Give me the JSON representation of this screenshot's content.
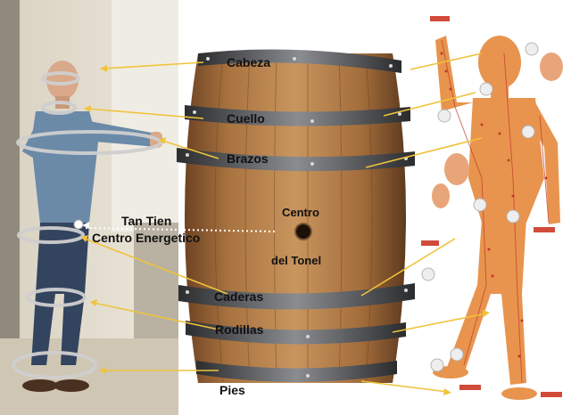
{
  "diagram": {
    "bands": {
      "head": "Cabeza",
      "neck": "Cuello",
      "arms": "Brazos",
      "hips": "Caderas",
      "knees": "Rodillas",
      "feet": "Pies"
    },
    "center": {
      "line1": "Tan Tien",
      "line2": "Centro Energetico",
      "barrel_line1": "Centro",
      "barrel_line2": "del Tonel"
    },
    "colors": {
      "arrow": "#f0c33a",
      "hoop": "#55575a",
      "wood": "#a8733f",
      "ring": "#cfcfcf",
      "body": "#e8944e"
    }
  }
}
